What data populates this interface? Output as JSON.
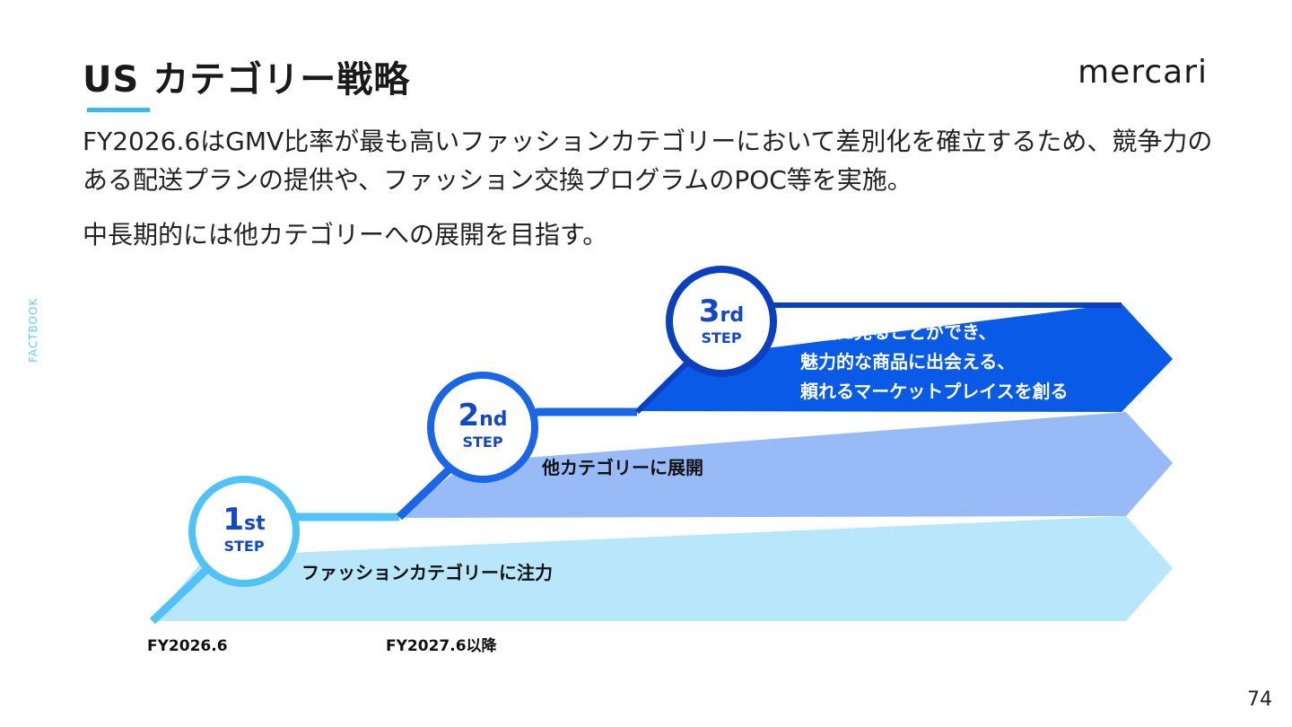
{
  "header": {
    "title": "US カテゴリー戦略",
    "logo": "mercari"
  },
  "body": {
    "paragraph1": "FY2026.6はGMV比率が最も高いファッションカテゴリーにおいて差別化を確立するため、競争力のある配送プランの提供や、ファッション交換プログラムのPOC等を実施。",
    "paragraph2": "中長期的には他カテゴリーへの展開を目指す。"
  },
  "side_label": "FACTBOOK",
  "page_number": "74",
  "steps": [
    {
      "num": "1",
      "suffix": "st",
      "step": "STEP",
      "text": "ファッションカテゴリーに注力"
    },
    {
      "num": "2",
      "suffix": "nd",
      "step": "STEP",
      "text": "他カテゴリーに展開"
    },
    {
      "num": "3",
      "suffix": "rd",
      "step": "STEP",
      "text_lines": [
        "手軽に売ることができ、",
        "魅力的な商品に出会える、",
        "頼れるマーケットプレイスを創る"
      ]
    }
  ],
  "timeline": {
    "label1": "FY2026.6",
    "label2": "FY2027.6以降"
  },
  "colors": {
    "accent": "#3eb8ea",
    "band1": "#b8e7fc",
    "band2": "#98bbf8",
    "band3": "#0a5ae8",
    "step1": "#4fc3f7",
    "step2": "#1a66e8",
    "step3": "#0a3fc0",
    "circle_text": "#1248c6"
  }
}
